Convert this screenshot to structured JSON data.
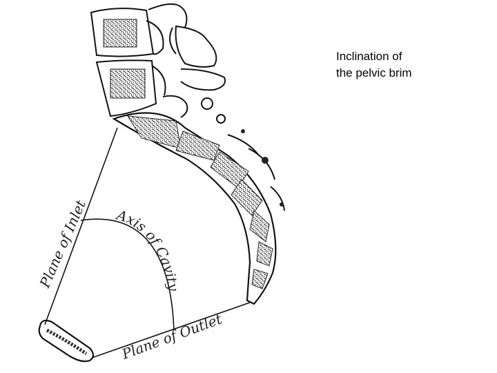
{
  "caption": {
    "line1": "Inclination of",
    "line2": "the pelvic brim"
  },
  "labels": {
    "inlet": "Plane of Inlet",
    "axis": "Axis of Cavity",
    "outlet": "Plane of Outlet"
  }
}
